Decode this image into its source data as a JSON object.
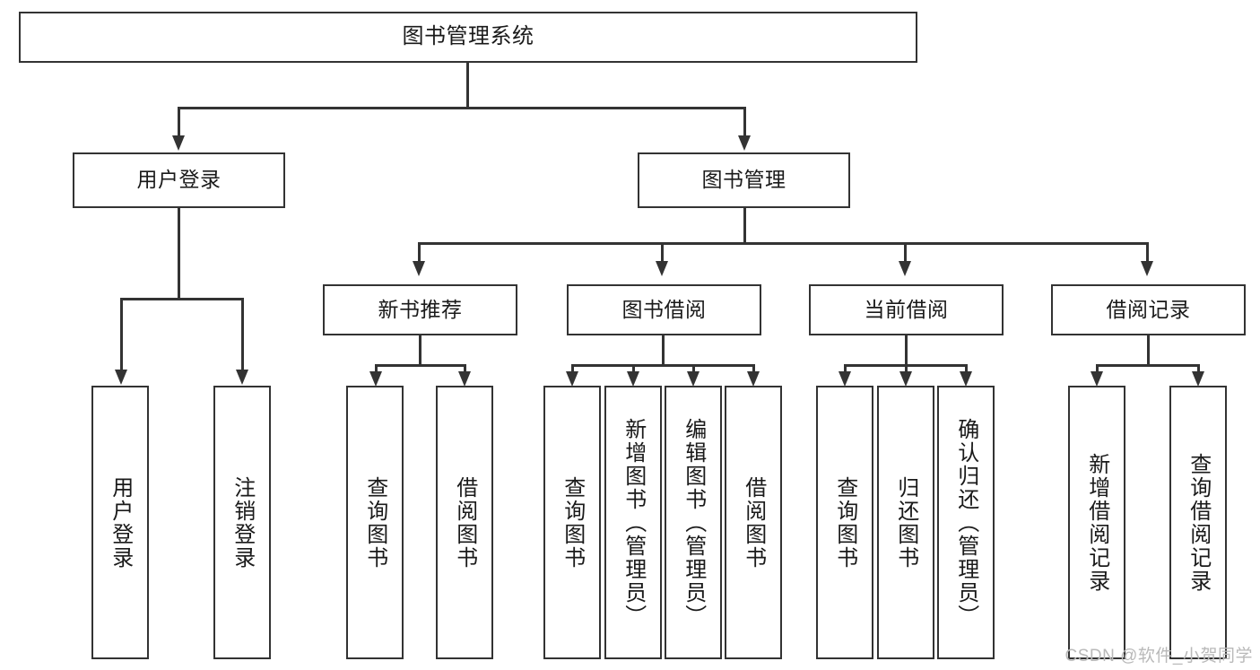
{
  "diagram": {
    "title": "图书管理系统",
    "watermark": "CSDN @软件_小贺同学",
    "nodes": {
      "root": {
        "label": "图书管理系统"
      },
      "level2": [
        {
          "id": "user-login",
          "label": "用户登录"
        },
        {
          "id": "book-management",
          "label": "图书管理"
        }
      ],
      "level3": [
        {
          "id": "new-book-recommend",
          "label": "新书推荐"
        },
        {
          "id": "book-borrow",
          "label": "图书借阅"
        },
        {
          "id": "current-borrow",
          "label": "当前借阅"
        },
        {
          "id": "borrow-record",
          "label": "借阅记录"
        }
      ],
      "leaves": {
        "user_login": [
          {
            "id": "leaf-user-login",
            "label": "用户登录"
          },
          {
            "id": "leaf-logout-login",
            "label": "注销登录"
          }
        ],
        "new_book_recommend": [
          {
            "id": "leaf-query-book-1",
            "label": "查询图书"
          },
          {
            "id": "leaf-borrow-book-1",
            "label": "借阅图书"
          }
        ],
        "book_borrow": [
          {
            "id": "leaf-query-book-2",
            "label": "查询图书"
          },
          {
            "id": "leaf-add-book",
            "label": "新增图书（管理员）"
          },
          {
            "id": "leaf-edit-book",
            "label": "编辑图书（管理员）"
          },
          {
            "id": "leaf-borrow-book-2",
            "label": "借阅图书"
          }
        ],
        "current_borrow": [
          {
            "id": "leaf-query-book-3",
            "label": "查询图书"
          },
          {
            "id": "leaf-return-book",
            "label": "归还图书"
          },
          {
            "id": "leaf-confirm-return",
            "label": "确认归还（管理员）"
          }
        ],
        "borrow_record": [
          {
            "id": "leaf-add-record",
            "label": "新增借阅记录"
          },
          {
            "id": "leaf-query-record",
            "label": "查询借阅记录"
          }
        ]
      }
    },
    "colors": {
      "border": "#333333",
      "background": "#ffffff",
      "text": "#1a1a1a",
      "watermark": "#b9b9b9"
    }
  }
}
